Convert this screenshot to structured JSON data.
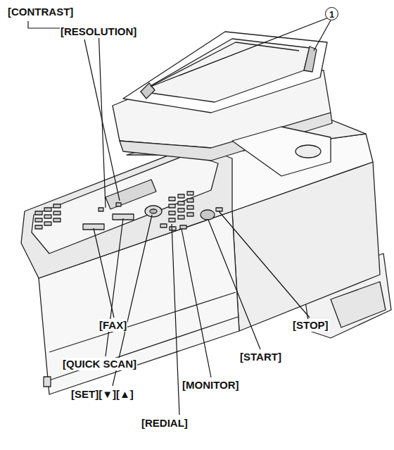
{
  "diagram": {
    "labels": [
      "[CONTRAST]",
      "[RESOLUTION]",
      "1",
      "[FAX]",
      "[QUICK SCAN]",
      "[SET][▼][▲]",
      "[REDIAL]",
      "[MONITOR]",
      "[START]",
      "[STOP]"
    ]
  }
}
